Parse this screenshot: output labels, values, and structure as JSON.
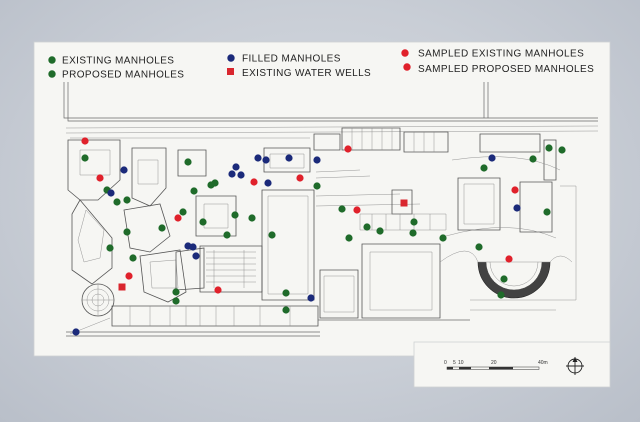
{
  "legend": {
    "existing_manholes": "EXISTING MANHOLES",
    "proposed_manholes": "PROPOSED MANHOLES",
    "filled_manholes": "FILLED MANHOLES",
    "existing_water_wells": "EXISTING WATER WELLS",
    "sampled_existing_manholes": "SAMPLED EXISTING MANHOLES",
    "sampled_proposed_manholes": "SAMPLED PROPOSED MANHOLES"
  },
  "colors": {
    "existing": "#1f6b2a",
    "filled": "#1b2a7a",
    "sampled": "#e0212b",
    "well": "#d9262e"
  },
  "scale_bar": {
    "ticks": [
      "0",
      "5",
      "10",
      "20",
      "40m"
    ]
  },
  "icons": {
    "north": "north-arrow-icon"
  },
  "markers": {
    "existing": [
      [
        85,
        158
      ],
      [
        107,
        190
      ],
      [
        117,
        202
      ],
      [
        127,
        200
      ],
      [
        127,
        232
      ],
      [
        110,
        248
      ],
      [
        133,
        258
      ],
      [
        162,
        228
      ],
      [
        176,
        292
      ],
      [
        176,
        301
      ],
      [
        183,
        212
      ],
      [
        188,
        162
      ],
      [
        194,
        191
      ],
      [
        203,
        222
      ],
      [
        211,
        185
      ],
      [
        215,
        183
      ],
      [
        227,
        235
      ],
      [
        235,
        215
      ],
      [
        252,
        218
      ],
      [
        272,
        235
      ],
      [
        286,
        293
      ],
      [
        286,
        310
      ],
      [
        317,
        186
      ],
      [
        342,
        209
      ],
      [
        349,
        238
      ],
      [
        367,
        227
      ],
      [
        380,
        231
      ],
      [
        413,
        233
      ],
      [
        414,
        222
      ],
      [
        443,
        238
      ],
      [
        479,
        247
      ],
      [
        484,
        168
      ],
      [
        501,
        295
      ],
      [
        504,
        279
      ],
      [
        533,
        159
      ],
      [
        547,
        212
      ],
      [
        549,
        148
      ],
      [
        562,
        150
      ]
    ],
    "filled": [
      [
        76,
        332
      ],
      [
        111,
        193
      ],
      [
        124,
        170
      ],
      [
        188,
        246
      ],
      [
        193,
        247
      ],
      [
        196,
        256
      ],
      [
        232,
        174
      ],
      [
        236,
        167
      ],
      [
        241,
        175
      ],
      [
        258,
        158
      ],
      [
        266,
        160
      ],
      [
        268,
        183
      ],
      [
        289,
        158
      ],
      [
        311,
        298
      ],
      [
        317,
        160
      ],
      [
        492,
        158
      ],
      [
        517,
        208
      ]
    ],
    "sampled": [
      [
        85,
        141
      ],
      [
        100,
        178
      ],
      [
        129,
        276
      ],
      [
        178,
        218
      ],
      [
        218,
        290
      ],
      [
        254,
        182
      ],
      [
        300,
        178
      ],
      [
        348,
        149
      ],
      [
        357,
        210
      ],
      [
        515,
        190
      ],
      [
        509,
        259
      ]
    ],
    "wells": [
      [
        122,
        287
      ],
      [
        404,
        203
      ]
    ]
  }
}
